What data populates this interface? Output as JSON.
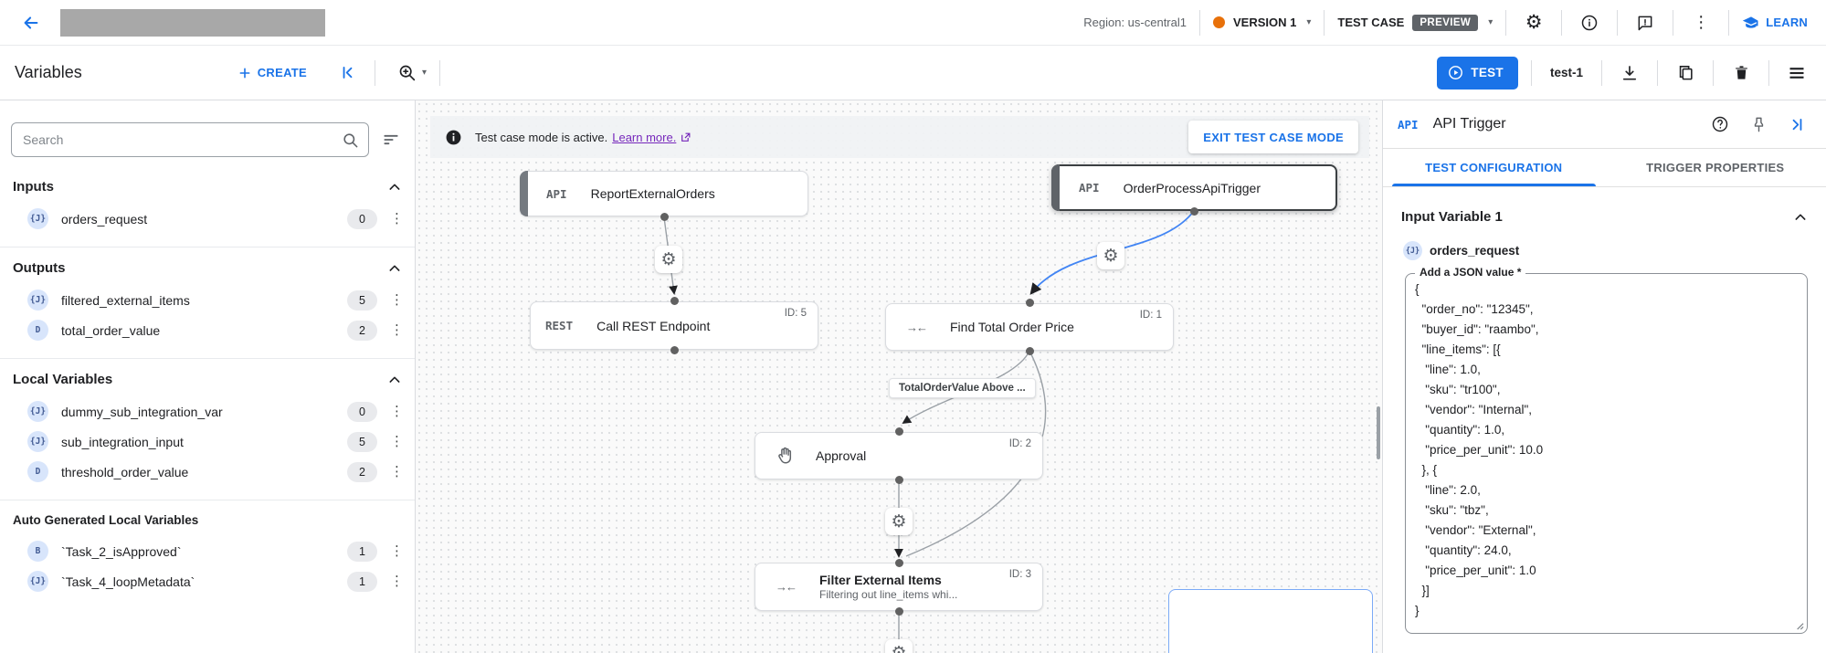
{
  "topbar": {
    "region_label": "Region: us-central1",
    "version_label": "VERSION 1",
    "test_case_label": "TEST CASE",
    "preview_badge": "PREVIEW",
    "learn_label": "LEARN"
  },
  "toolbar": {
    "title": "Variables",
    "create_label": "CREATE",
    "test_button": "TEST",
    "test_name": "test-1"
  },
  "variables": {
    "search_placeholder": "Search",
    "inputs": {
      "title": "Inputs",
      "items": [
        {
          "type": "{J}",
          "name": "orders_request",
          "count": "0"
        }
      ]
    },
    "outputs": {
      "title": "Outputs",
      "items": [
        {
          "type": "{J}",
          "name": "filtered_external_items",
          "count": "5"
        },
        {
          "type": "D",
          "name": "total_order_value",
          "count": "2"
        }
      ]
    },
    "locals": {
      "title": "Local Variables",
      "items": [
        {
          "type": "{J}",
          "name": "dummy_sub_integration_var",
          "count": "0"
        },
        {
          "type": "{J}",
          "name": "sub_integration_input",
          "count": "5"
        },
        {
          "type": "D",
          "name": "threshold_order_value",
          "count": "2"
        }
      ]
    },
    "auto": {
      "title": "Auto Generated Local Variables",
      "items": [
        {
          "type": "B",
          "name": "`Task_2_isApproved`",
          "count": "1"
        },
        {
          "type": "{J}",
          "name": "`Task_4_loopMetadata`",
          "count": "1"
        }
      ]
    }
  },
  "canvas": {
    "banner": {
      "message": "Test case mode is active.",
      "link": "Learn more.",
      "exit_button": "EXIT TEST CASE MODE"
    },
    "nodes": {
      "report": {
        "badge": "API",
        "title": "ReportExternalOrders"
      },
      "trigger": {
        "badge": "API",
        "title": "OrderProcessApiTrigger"
      },
      "rest": {
        "badge": "REST",
        "title": "Call REST Endpoint",
        "id": "ID: 5"
      },
      "find": {
        "icon": "→←",
        "title": "Find Total Order Price",
        "id": "ID: 1"
      },
      "approval": {
        "title": "Approval",
        "id": "ID: 2"
      },
      "filter": {
        "icon": "→←",
        "title": "Filter External Items",
        "subtitle": "Filtering out line_items whi...",
        "id": "ID: 3"
      }
    },
    "edge_label": "TotalOrderValue Above ..."
  },
  "inspector": {
    "badge": "API",
    "title": "API Trigger",
    "tabs": {
      "active": "TEST CONFIGURATION",
      "inactive": "TRIGGER PROPERTIES"
    },
    "section_title": "Input Variable 1",
    "variable": {
      "type": "{J}",
      "name": "orders_request"
    },
    "field_label": "Add a JSON value *",
    "json_value": "{\n  \"order_no\": \"12345\",\n  \"buyer_id\": \"raambo\",\n  \"line_items\": [{\n   \"line\": 1.0,\n   \"sku\": \"tr100\",\n   \"vendor\": \"Internal\",\n   \"quantity\": 1.0,\n   \"price_per_unit\": 10.0\n  }, {\n   \"line\": 2.0,\n   \"sku\": \"tbz\",\n   \"vendor\": \"External\",\n   \"quantity\": 24.0,\n   \"price_per_unit\": 1.0\n  }]\n}"
  },
  "colors": {
    "accent": "#1a73e8",
    "version_dot": "#e8710a",
    "preview_badge": "#5f6368",
    "selected_edge": "#4285f4",
    "visited_link": "#7627bb"
  }
}
